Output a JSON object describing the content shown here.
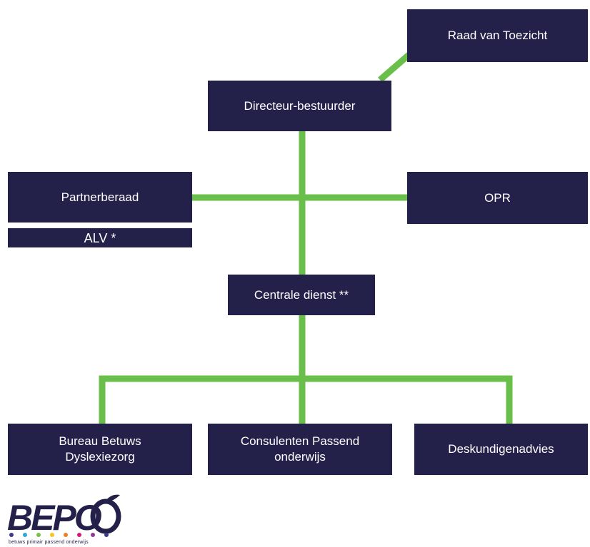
{
  "nodes": {
    "raad": "Raad van Toezicht",
    "directeur": "Directeur-bestuurder",
    "partnerberaad": "Partnerberaad",
    "alv": "ALV *",
    "opr": "OPR",
    "centrale": "Centrale dienst **",
    "bureau_line1": "Bureau Betuws",
    "bureau_line2": "Dyslexiezorg",
    "consulenten_line1": "Consulenten Passend",
    "consulenten_line2": "onderwijs",
    "deskundig": "Deskundigenadvies"
  },
  "logo": {
    "text": "BEPO",
    "caption": "betuws  primair  passend  onderwijs",
    "dot_colors": [
      "#3c3a8c",
      "#2aa9e0",
      "#7ac143",
      "#f7c31d",
      "#ef7d22",
      "#e2127a",
      "#8e3a96",
      "#3c3a8c"
    ]
  },
  "colors": {
    "box": "#23204a",
    "connector": "#6abf4b",
    "text": "#ffffff"
  }
}
